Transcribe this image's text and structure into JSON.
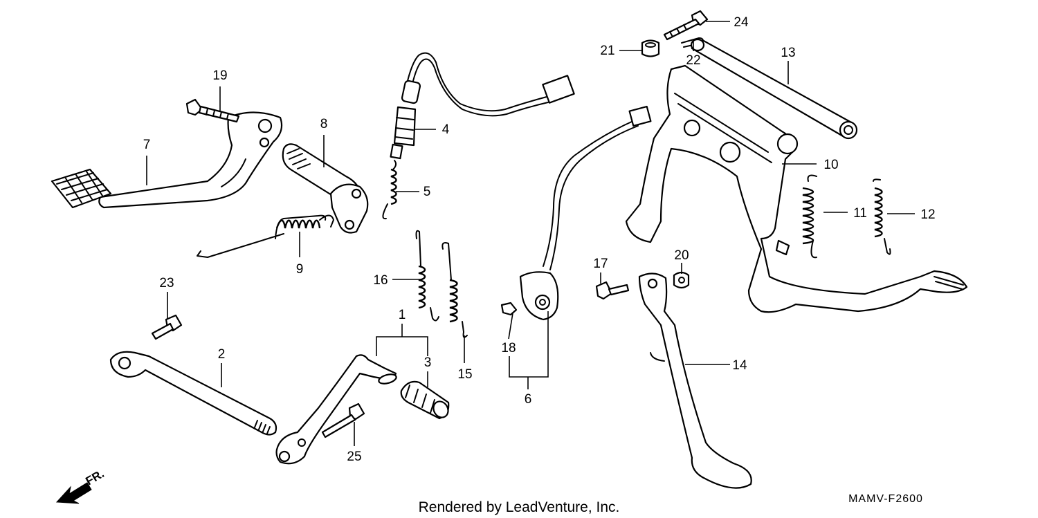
{
  "callouts": {
    "p1": "1",
    "p2": "2",
    "p3": "3",
    "p4": "4",
    "p5": "5",
    "p6": "6",
    "p7": "7",
    "p8": "8",
    "p9": "9",
    "p10": "10",
    "p11": "11",
    "p12": "12",
    "p13": "13",
    "p14": "14",
    "p15": "15",
    "p16": "16",
    "p17": "17",
    "p18": "18",
    "p19": "19",
    "p20": "20",
    "p21": "21",
    "p22": "22",
    "p23": "23",
    "p24": "24",
    "p25": "25"
  },
  "front_marker": "FR.",
  "footer": "Rendered by LeadVenture, Inc.",
  "diagram_code": "MAMV-F2600"
}
